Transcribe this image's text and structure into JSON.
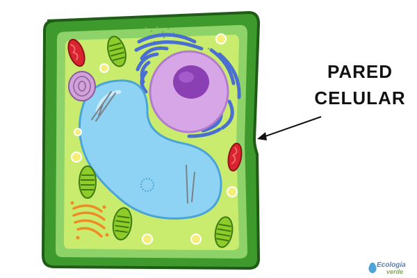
{
  "label": {
    "line1": "PARED",
    "line2": "CELULAR"
  },
  "logo": {
    "name": "Ecología",
    "sub": "verde"
  },
  "colors": {
    "cell_wall": "#3f9a2e",
    "cell_wall_outline": "#1f5c15",
    "membrane": "#8ed36a",
    "cytoplasm": "#c9ec6e",
    "vacuole": "#8fd3f4",
    "nucleus": "#d7a6e6",
    "nucleolus": "#8a3fb3",
    "er": "#4a6fd0",
    "chloroplast": "#8fcc2a",
    "mitochondria": "#d8242e",
    "golgi": "#f08a24",
    "granule": "#f6ee7a"
  },
  "structures": [
    "cell-wall",
    "cell-membrane",
    "cytoplasm",
    "vacuole",
    "nucleus",
    "nucleolus",
    "endoplasmic-reticulum",
    "chloroplast",
    "mitochondrion",
    "golgi-apparatus",
    "granule",
    "amyloplast"
  ]
}
